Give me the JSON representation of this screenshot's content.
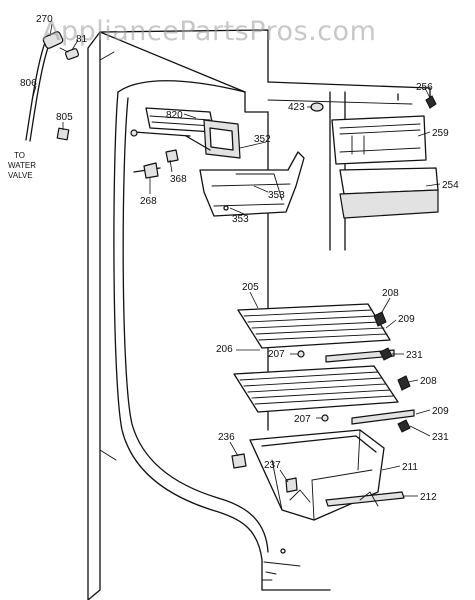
{
  "watermark": "AppliancePartsPros.com",
  "callouts": {
    "c270": "270",
    "c81": "81",
    "c806": "806",
    "c805": "805",
    "water_valve_line1": "TO",
    "water_valve_line2": "WATER",
    "water_valve_line3": "VALVE",
    "c820": "820",
    "c423": "423",
    "c256": "256",
    "c259": "259",
    "c352": "352",
    "c368": "368",
    "c268": "268",
    "c353a": "353",
    "c353b": "353",
    "c254": "254",
    "c205": "205",
    "c208a": "208",
    "c209a": "209",
    "c206": "206",
    "c207a": "207",
    "c231a": "231",
    "c208b": "208",
    "c207b": "207",
    "c209b": "209",
    "c231b": "231",
    "c236": "236",
    "c237": "237",
    "c211": "211",
    "c212": "212"
  }
}
